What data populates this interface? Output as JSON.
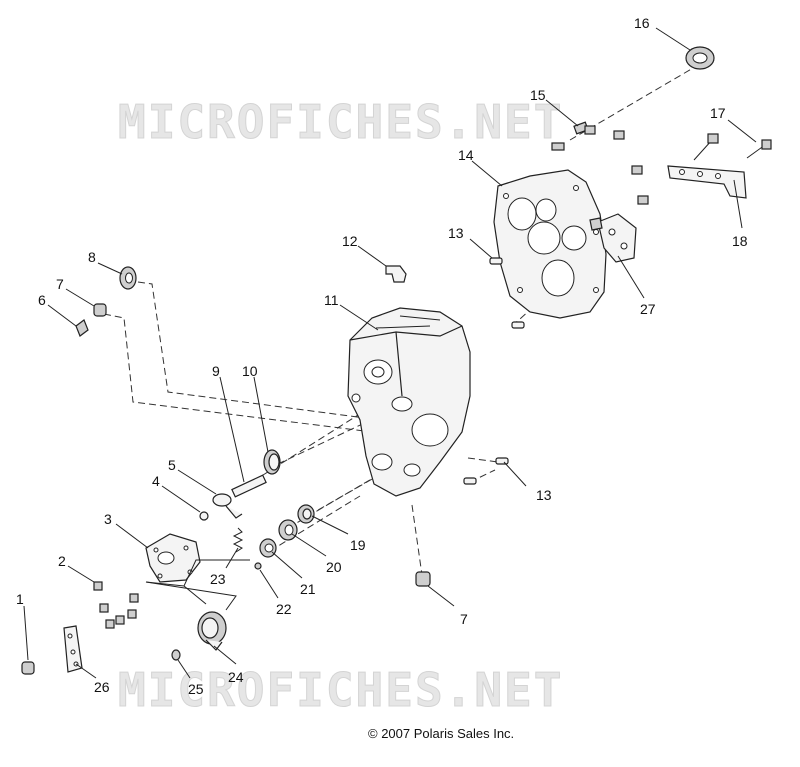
{
  "watermark": "MICROFICHES.NET",
  "copyright": "© 2007 Polaris Sales Inc.",
  "callouts": {
    "c1": "1",
    "c2": "2",
    "c3": "3",
    "c4": "4",
    "c5": "5",
    "c6": "6",
    "c7a": "7",
    "c7b": "7",
    "c8": "8",
    "c9": "9",
    "c10": "10",
    "c11": "11",
    "c12": "12",
    "c13a": "13",
    "c13b": "13",
    "c14": "14",
    "c15": "15",
    "c16": "16",
    "c17": "17",
    "c18": "18",
    "c19": "19",
    "c20": "20",
    "c21": "21",
    "c22": "22",
    "c23": "23",
    "c24": "24",
    "c25": "25",
    "c26": "26",
    "c27": "27"
  }
}
